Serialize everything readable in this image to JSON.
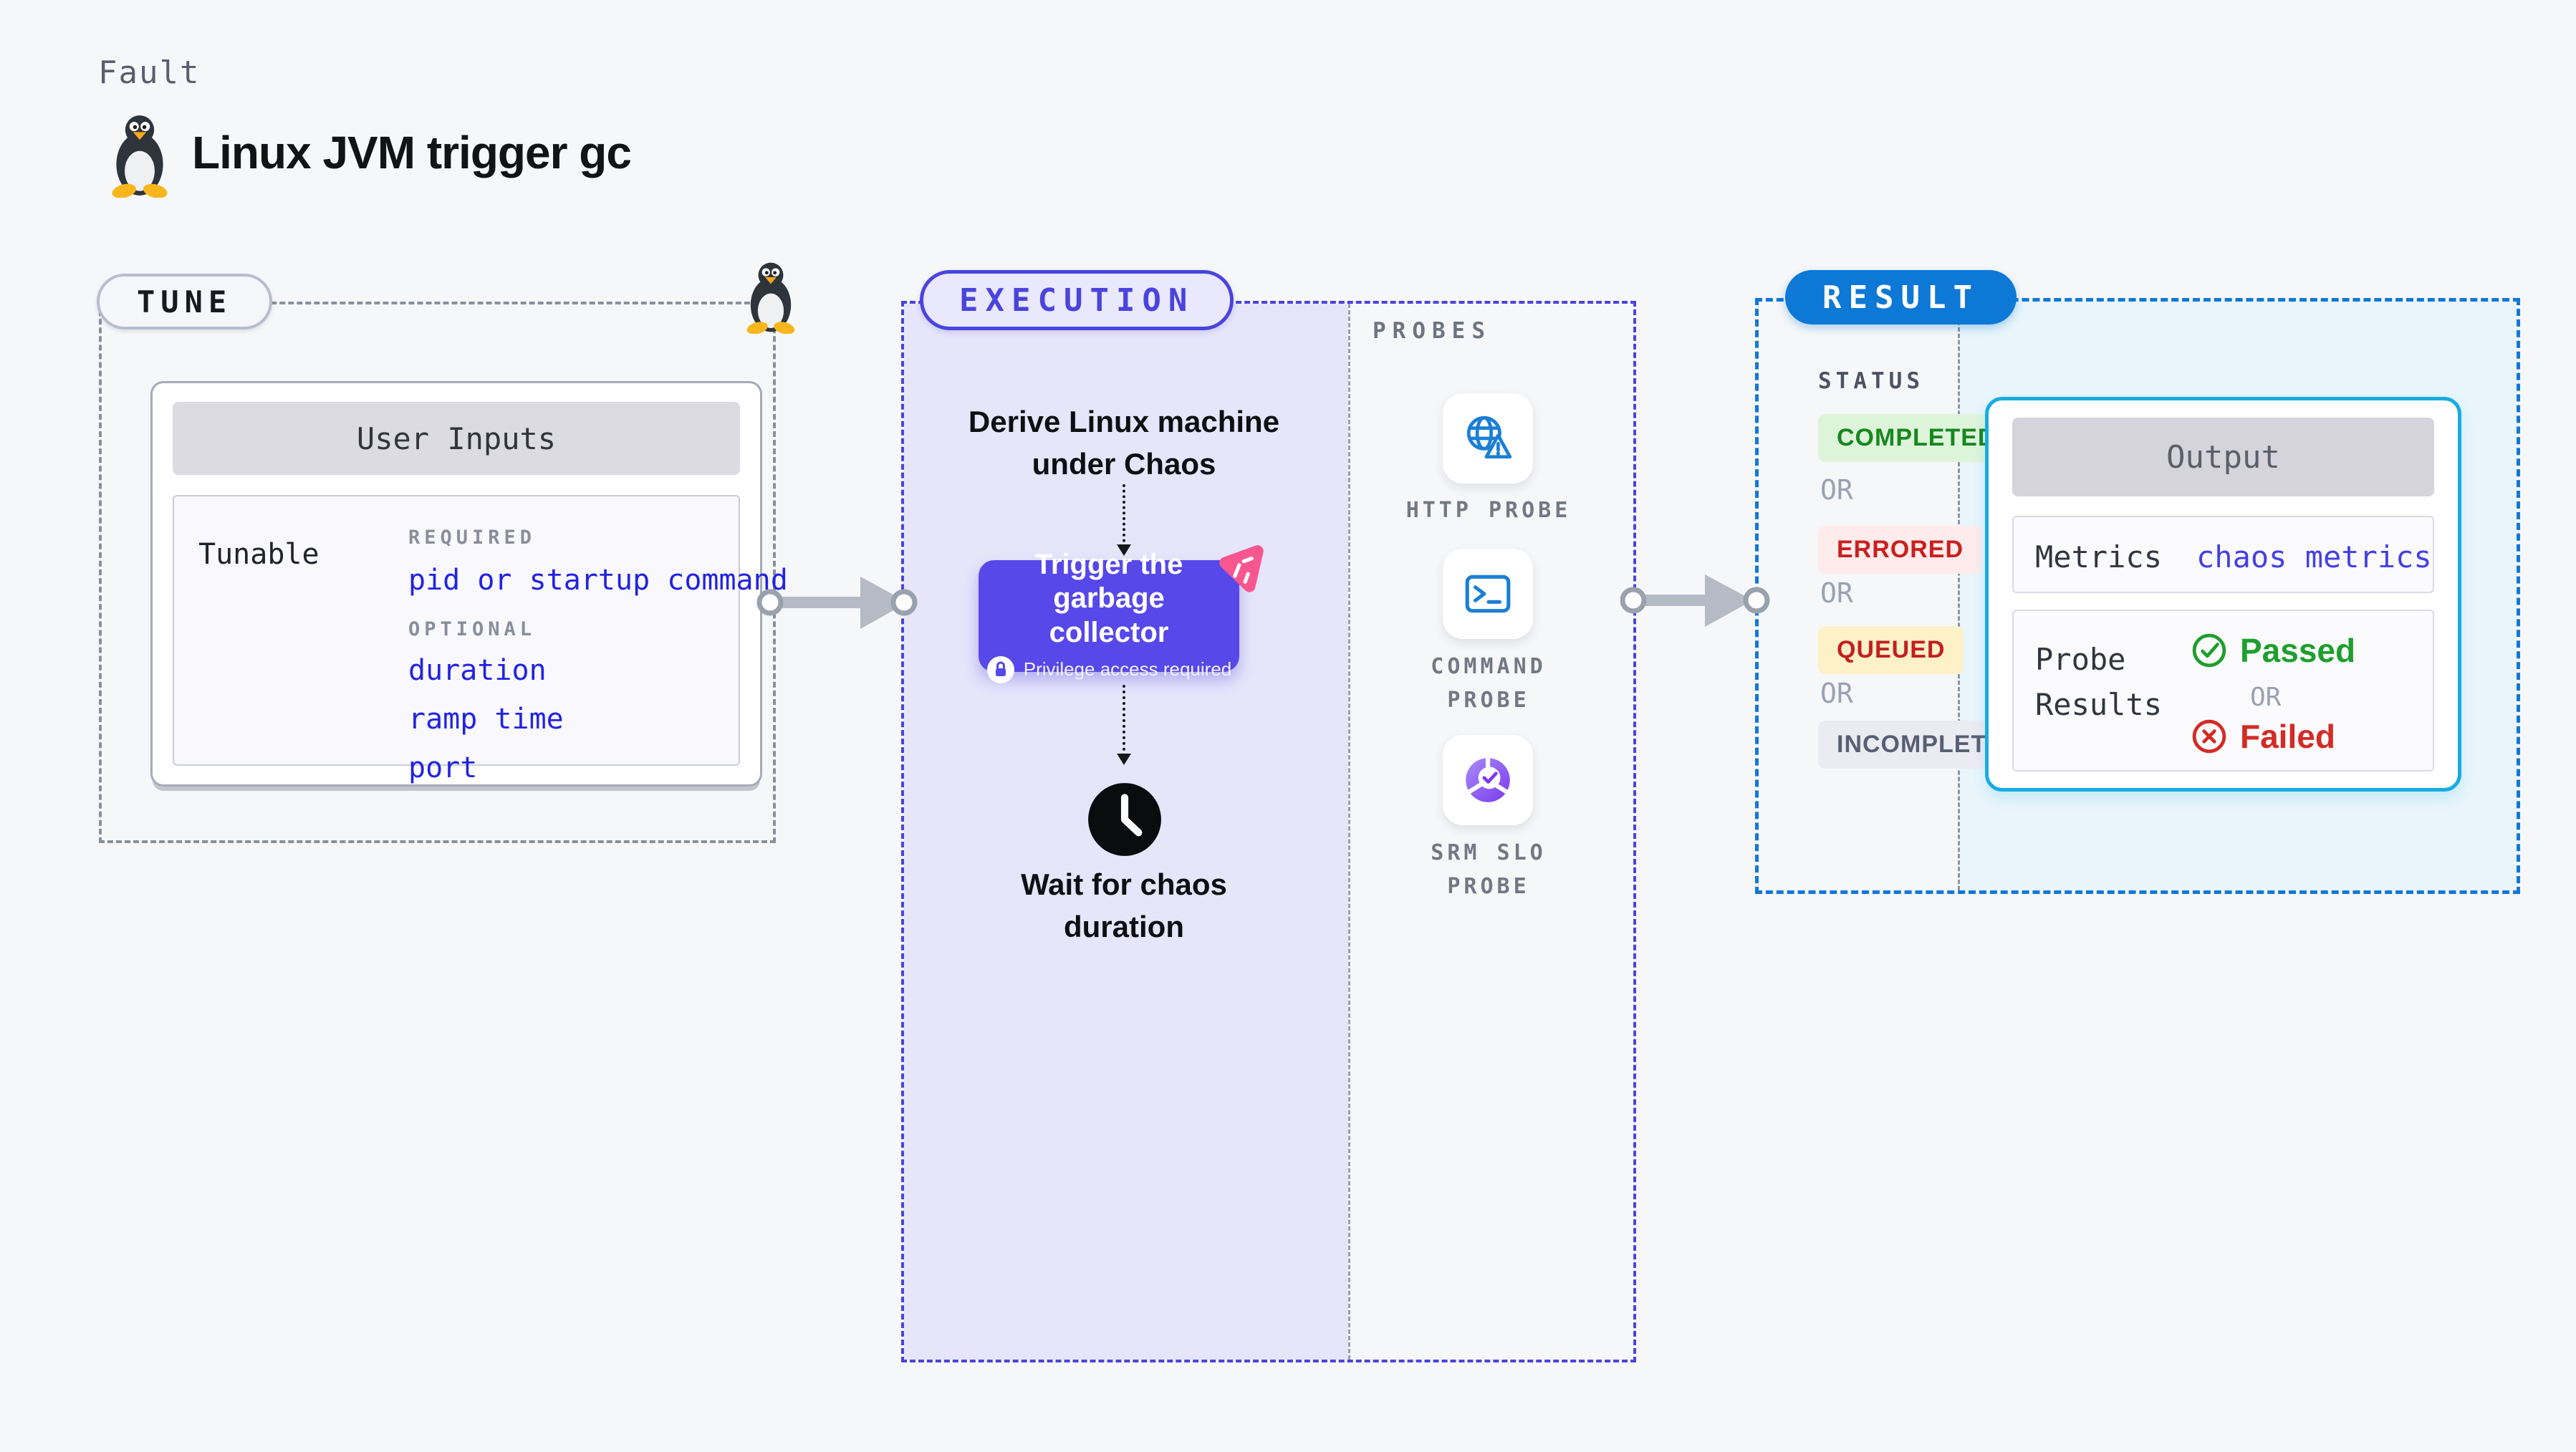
{
  "page": {
    "kicker": "Fault",
    "title": "Linux JVM trigger gc"
  },
  "tune": {
    "badge": "TUNE",
    "card_title": "User Inputs",
    "row_label": "Tunable",
    "required_label": "REQUIRED",
    "required_items": [
      "pid or startup command"
    ],
    "optional_label": "OPTIONAL",
    "optional_items": [
      "duration",
      "ramp time",
      "port"
    ]
  },
  "execution": {
    "badge": "EXECUTION",
    "step1": "Derive Linux machine under Chaos",
    "node_title": "Trigger the garbage collector",
    "node_note": "Privilege access required",
    "step3": "Wait for chaos duration"
  },
  "probes": {
    "label": "PROBES",
    "items": [
      {
        "name": "HTTP PROBE",
        "icon": "globe-alert-icon"
      },
      {
        "name": "COMMAND PROBE",
        "icon": "terminal-icon"
      },
      {
        "name": "SRM SLO PROBE",
        "icon": "slo-donut-icon"
      }
    ]
  },
  "result": {
    "badge": "RESULT",
    "status_label": "STATUS",
    "statuses": [
      "COMPLETED",
      "ERRORED",
      "QUEUED",
      "INCOMPLETED"
    ],
    "or_label": "OR",
    "output": {
      "title": "Output",
      "metrics_label": "Metrics",
      "metrics_value": "chaos metrics",
      "probe_label": "Probe Results",
      "passed": "Passed",
      "failed": "Failed"
    }
  },
  "colors": {
    "page_bg": "#f6f7f9",
    "execution_accent": "#4a44dd",
    "execution_bg": "#e6e5fa",
    "node_bg": "#5748e9",
    "chaos_pink": "#f7568f",
    "result_accent": "#0d78d6",
    "result_bg": "#e8f5fb",
    "output_border": "#17ace0",
    "link_blue": "#2323e2",
    "probe_icon_blue": "#1b7fd4",
    "completed_green": "#17871f",
    "errored_red": "#c9201f",
    "queued_yellow_bg": "#fcf1c7",
    "passed_green": "#1f9e2e",
    "failed_red": "#d32b26"
  }
}
